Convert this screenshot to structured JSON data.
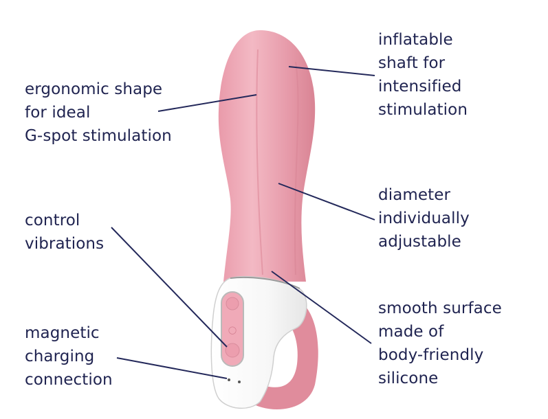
{
  "figure": {
    "subject": "pink inflatable vibrator with white handle",
    "colors": {
      "text": "#1f2350",
      "line": "#23285a",
      "body": "#e89aa8",
      "body_light": "#f4c2cc",
      "handle": "#ffffff",
      "button": "#eea4b2"
    }
  },
  "labels": {
    "shape": {
      "lines": [
        "ergonomic shape",
        "for ideal",
        "G-spot stimulation"
      ]
    },
    "control": {
      "lines": [
        "control",
        "vibrations"
      ]
    },
    "magnetic": {
      "lines": [
        "magnetic",
        "charging",
        "connection"
      ]
    },
    "inflatable": {
      "lines": [
        "inflatable",
        "shaft for",
        "intensified",
        "stimulation"
      ]
    },
    "diameter": {
      "lines": [
        "diameter",
        "individually",
        "adjustable"
      ]
    },
    "surface": {
      "lines": [
        "smooth surface",
        "made of",
        "body-friendly",
        "silicone"
      ]
    }
  }
}
